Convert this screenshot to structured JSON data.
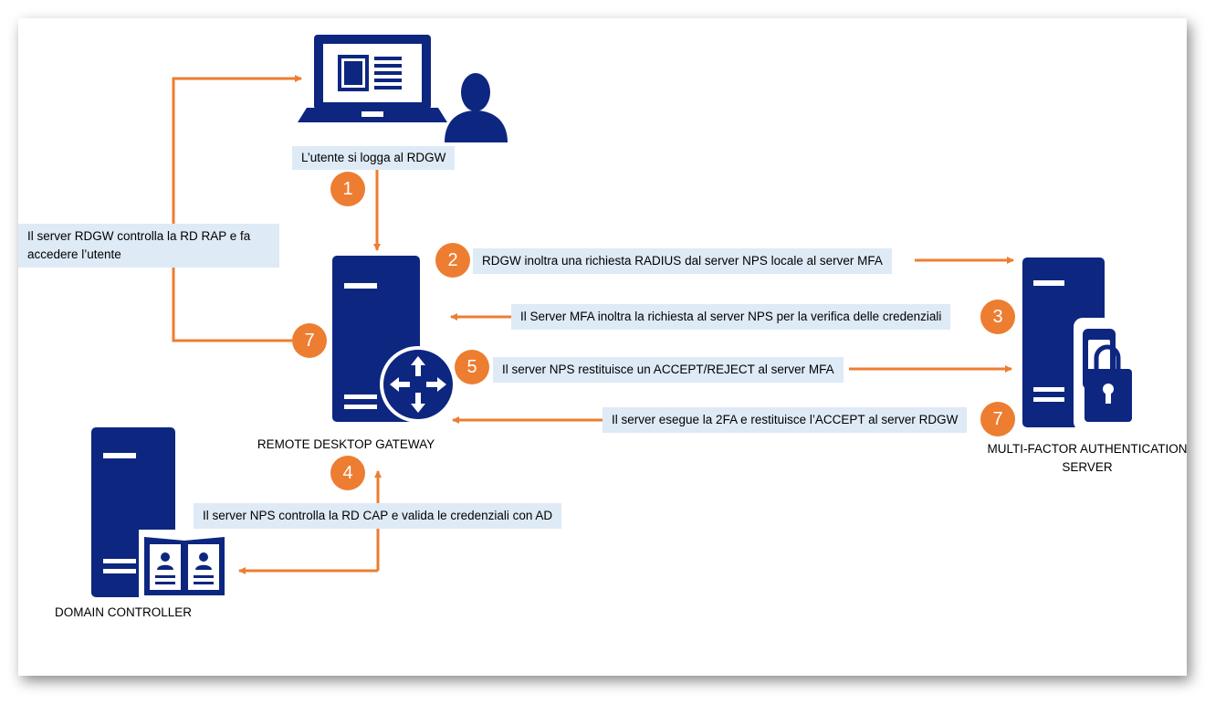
{
  "colors": {
    "accent": "#ed7d31",
    "navy": "#0d2680",
    "label_bg": "#deeaf6"
  },
  "nodes": {
    "client": {
      "icons": [
        "laptop-icon",
        "user-icon"
      ]
    },
    "gateway": {
      "name": "REMOTE DESKTOP GATEWAY",
      "icons": [
        "server-icon",
        "router-icon"
      ]
    },
    "mfa": {
      "name_line1": "MULTI-FACTOR AUTHENTICATION",
      "name_line2": "SERVER",
      "icons": [
        "server-icon",
        "mobile-lock-icon"
      ]
    },
    "dc": {
      "name": "DOMAIN CONTROLLER",
      "icons": [
        "server-icon",
        "directory-book-icon"
      ]
    }
  },
  "steps": [
    {
      "number": "1",
      "text": "L’utente si logga al RDGW"
    },
    {
      "number": "2",
      "text": "RDGW inoltra una richiesta RADIUS dal server NPS locale al server MFA"
    },
    {
      "number": "3",
      "text": "Il Server  MFA  inoltra la richiesta al server NPS  per  la verifica delle credenziali"
    },
    {
      "number": "4",
      "text": "Il server NPS  controlla la RD CAP e valida le credenziali con  AD"
    },
    {
      "number": "5",
      "text": "Il server NPS restituisce un ACCEPT/REJECT al server MFA"
    },
    {
      "number": "7",
      "text": "Il server esegue la 2FA  e restituisce l’ACCEPT al server RDGW"
    },
    {
      "number": "7",
      "text": "Il server RDGW controlla la RD RAP e fa accedere l’utente"
    }
  ]
}
